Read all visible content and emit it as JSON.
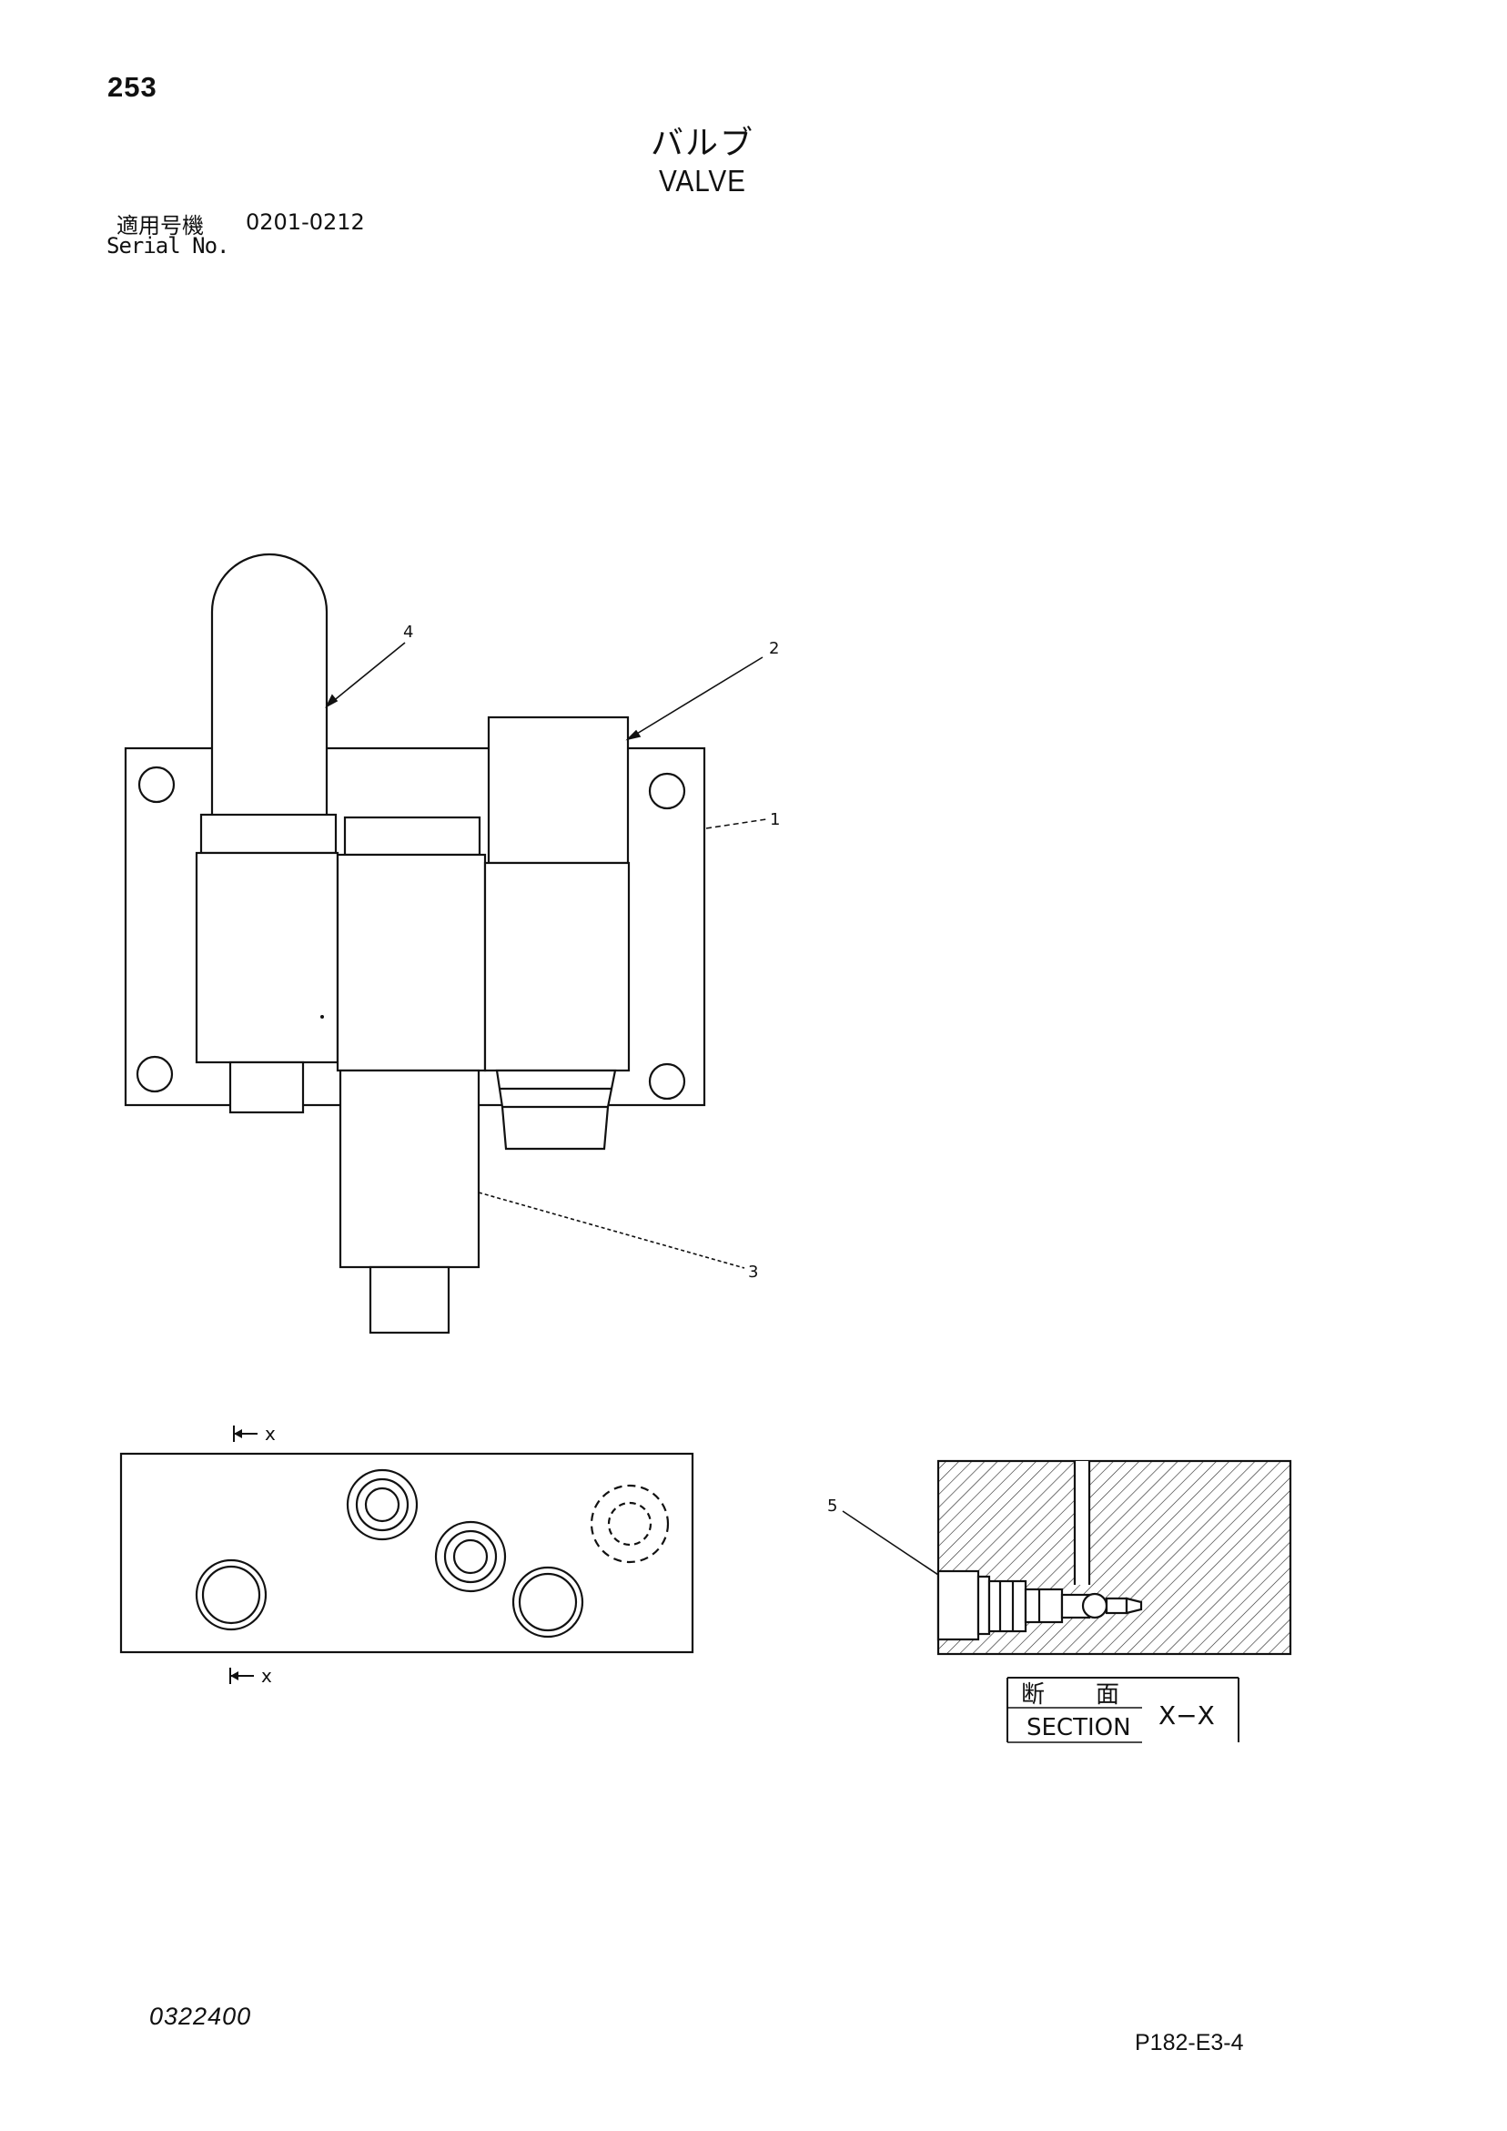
{
  "header": {
    "page_number": "253",
    "title_jp": "バルブ",
    "title_en": "VALVE",
    "serial_label_jp": "適用号機",
    "serial_range": "0201-0212",
    "serial_label_en": "Serial No."
  },
  "callouts": [
    "1",
    "2",
    "3",
    "4",
    "5"
  ],
  "section_markers": {
    "top": "x",
    "bottom": "x"
  },
  "section_label": {
    "jp_left": "断",
    "jp_right": "面",
    "en": "SECTION",
    "designation": "X−X"
  },
  "footer": {
    "doc_code": "0322400",
    "page_ref": "P182-E3-4"
  }
}
